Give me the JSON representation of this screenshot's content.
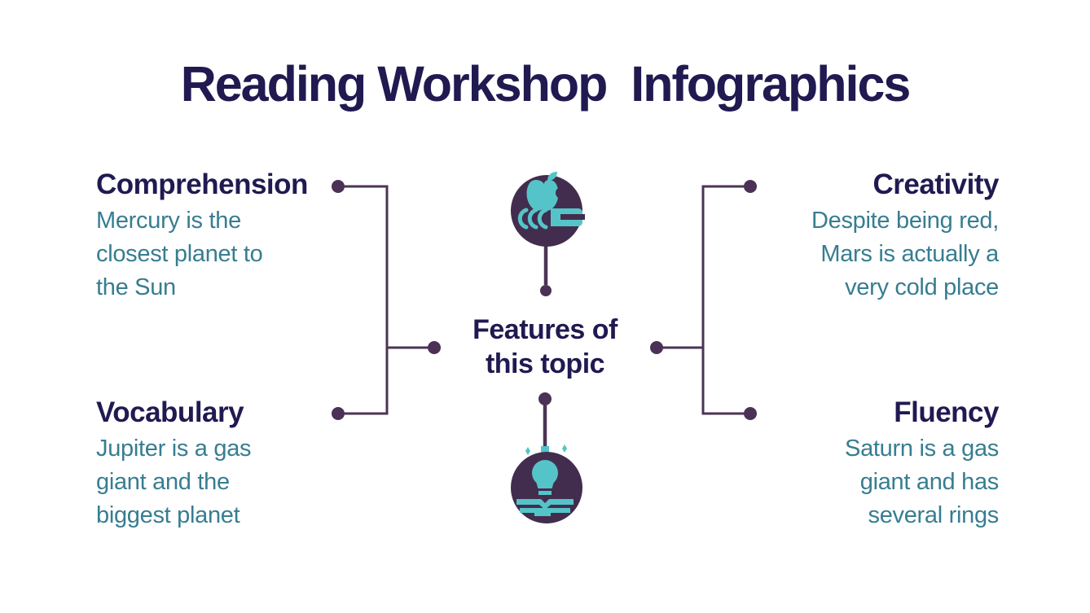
{
  "title": "Reading Workshop  Infographics",
  "center": {
    "label_lines": [
      "Features of",
      "this topic"
    ]
  },
  "items": [
    {
      "id": "comprehension",
      "heading": "Comprehension",
      "body_lines": [
        "Mercury is the",
        "closest planet to",
        "the Sun"
      ]
    },
    {
      "id": "vocabulary",
      "heading": "Vocabulary",
      "body_lines": [
        "Jupiter is a gas",
        "giant and the",
        "biggest planet"
      ]
    },
    {
      "id": "creativity",
      "heading": "Creativity",
      "body_lines": [
        "Despite being red,",
        "Mars is actually a",
        "very cold place"
      ]
    },
    {
      "id": "fluency",
      "heading": "Fluency",
      "body_lines": [
        "Saturn is a gas",
        "giant and has",
        "several rings"
      ]
    }
  ],
  "icons": {
    "top": "apple-on-book-icon",
    "bottom": "lightbulb-open-book-icon"
  },
  "colors": {
    "navy": "#201a51",
    "teal-text": "#377d91",
    "line": "#4b3553",
    "dot": "#4b3156",
    "plum": "#432d4e",
    "icon-teal": "#55c4c8",
    "bg": "#ffffff"
  }
}
